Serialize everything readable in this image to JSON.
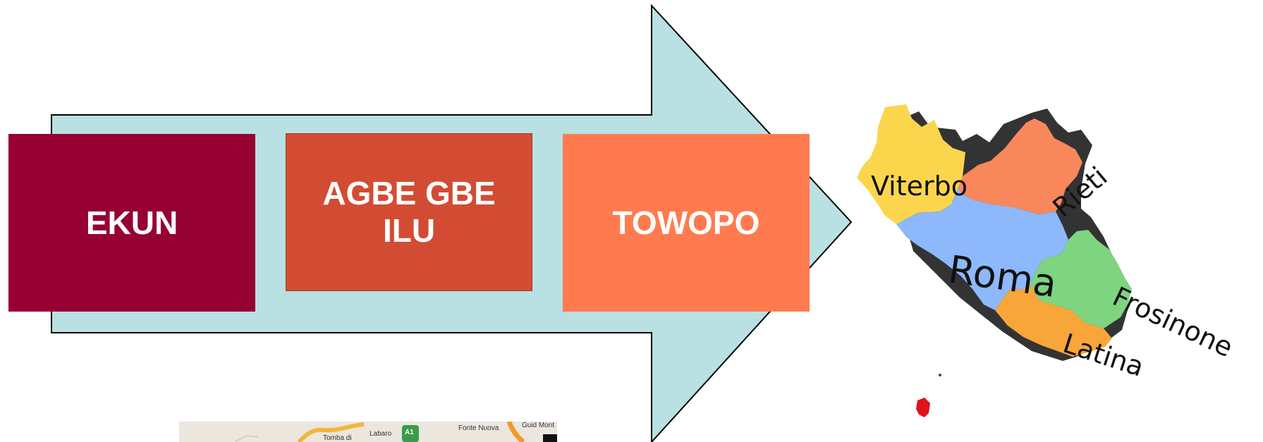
{
  "colors": {
    "arrow_fill": "#b9e0e3",
    "box1": "#960032",
    "box2": "#d24c33",
    "box3": "#ff7b4f",
    "viterbo": "#fbd64d",
    "rieti": "#f9875c",
    "roma": "#8db8fb",
    "frosinone": "#7fd47f",
    "latina": "#f8a63a",
    "shadow": "#333333"
  },
  "steps": [
    {
      "label": "EKUN"
    },
    {
      "label": "AGBE GBE ILU"
    },
    {
      "label": "TOWOPO"
    }
  ],
  "map": {
    "provinces": [
      "Viterbo",
      "Rieti",
      "Roma",
      "Frosinone",
      "Latina"
    ]
  },
  "map_thumbnail": {
    "labels": [
      "Tomba di",
      "Labaro",
      "A1",
      "Fonte Nuova",
      "Guid Mont"
    ]
  }
}
